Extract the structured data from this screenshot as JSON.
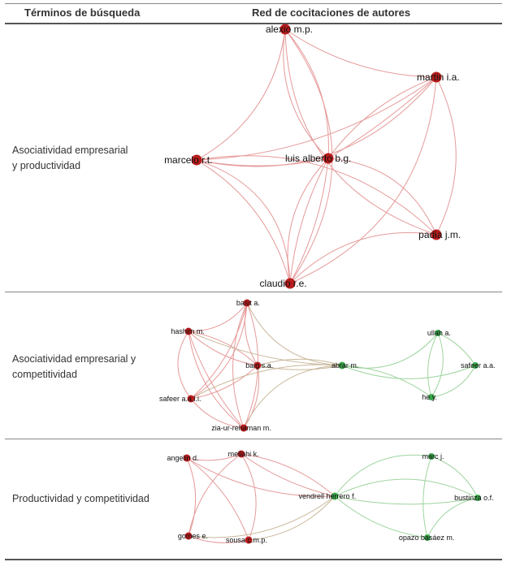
{
  "table": {
    "col_terms": "Términos de búsqueda",
    "col_network": "Red de cocitaciones de autores"
  },
  "colors": {
    "red_node": "#b81c1c",
    "red_edge": "#e69a9a",
    "green_node": "#3aa64a",
    "green_edge": "#9fd49f"
  },
  "rows": [
    {
      "term_line1": "Asociatividad empresarial",
      "term_line2": "y productividad",
      "nodes": [
        {
          "id": "alexio",
          "label": "alexio m.p."
        },
        {
          "id": "martin",
          "label": "martin i.a."
        },
        {
          "id": "marcelo",
          "label": "marcelo r.t."
        },
        {
          "id": "luis",
          "label": "luis alberto b.g."
        },
        {
          "id": "padia",
          "label": "padia j.m."
        },
        {
          "id": "claudio",
          "label": "claudio r.e."
        }
      ]
    },
    {
      "term_line1": "Asociatividad empresarial y",
      "term_line2": "competitividad",
      "nodes": [
        {
          "id": "basit",
          "label": "basit a."
        },
        {
          "id": "hashim",
          "label": "hashim m."
        },
        {
          "id": "baig",
          "label": "baig s.a."
        },
        {
          "id": "abrar",
          "label": "abrar m."
        },
        {
          "id": "ullah",
          "label": "ullah a."
        },
        {
          "id": "safeer2",
          "label": "safeer a.a."
        },
        {
          "id": "safeer",
          "label": "safeer a.a.l.i."
        },
        {
          "id": "he",
          "label": "he y."
        },
        {
          "id": "zia",
          "label": "zia-ur-rehaman m."
        }
      ]
    },
    {
      "term_line1": "Productividad y competitividad",
      "term_line2": "",
      "nodes": [
        {
          "id": "angelin",
          "label": "angelin d."
        },
        {
          "id": "mellahi",
          "label": "mellahi k."
        },
        {
          "id": "marc",
          "label": "marc j."
        },
        {
          "id": "vendrell",
          "label": "vendrell herrero f."
        },
        {
          "id": "bustinza",
          "label": "bustinza o.f."
        },
        {
          "id": "gomes",
          "label": "gomes e."
        },
        {
          "id": "sousa",
          "label": "sousa c.m.p."
        },
        {
          "id": "opazo",
          "label": "opazo basáez m."
        }
      ]
    }
  ]
}
